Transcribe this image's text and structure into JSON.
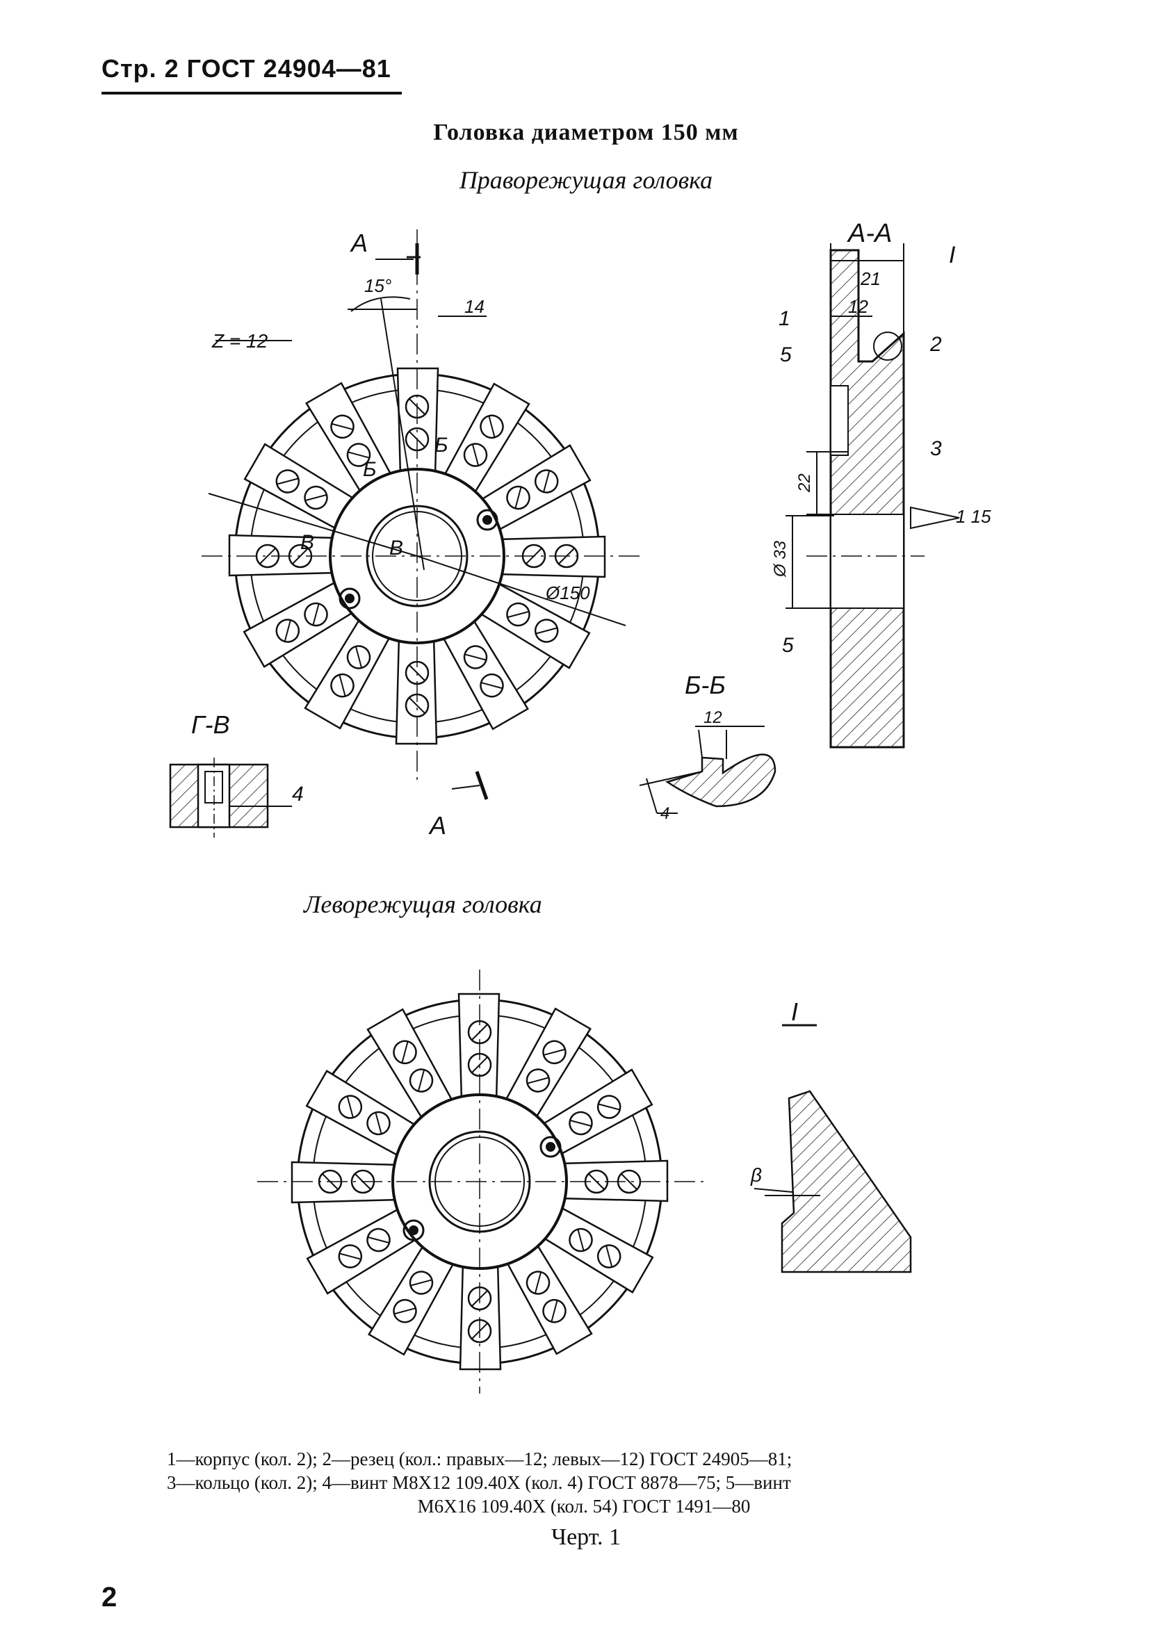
{
  "header": {
    "text": "Стр. 2 ГОСТ 24904—81"
  },
  "title": "Головка диаметром 150 мм",
  "subtitle_right": "Праворежущая головка",
  "subtitle_left": "Леворежущая головка",
  "drawing_labels": {
    "section_a": "А",
    "section_a_bottom": "А",
    "view_aa": "А-А",
    "view_bb": "Б-Б",
    "view_gv": "Г-В",
    "view_detail": "I",
    "callout_i": "I",
    "angle_15": "15°",
    "dim_14": "14",
    "teeth": "Z = 12",
    "label_b1": "Б",
    "label_b2": "Б",
    "label_v1": "В",
    "label_v2": "В",
    "dim_dia150": "Ø150",
    "dim_21": "21",
    "dim_12_aa": "12",
    "dim_22": "22",
    "dim_dia33": "Ø 33",
    "roughness": "1 15",
    "part1": "1",
    "part2": "2",
    "part3": "3",
    "part5a": "5",
    "part5b": "5",
    "part4_gv": "4",
    "dim_12_bb": "12",
    "dim_4_bb": "4",
    "beta": "β"
  },
  "caption": {
    "line1": "1—корпус (кол. 2); 2—резец (кол.: правых—12; левых—12) ГОСТ 24905—81;",
    "line2": "3—кольцо (кол. 2); 4—винт М8Х12 109.40Х (кол. 4) ГОСТ 8878—75; 5—винт",
    "line3": "М6Х16 109.40Х (кол. 54) ГОСТ 1491—80"
  },
  "figure_label": "Черт. 1",
  "page_number": "2"
}
